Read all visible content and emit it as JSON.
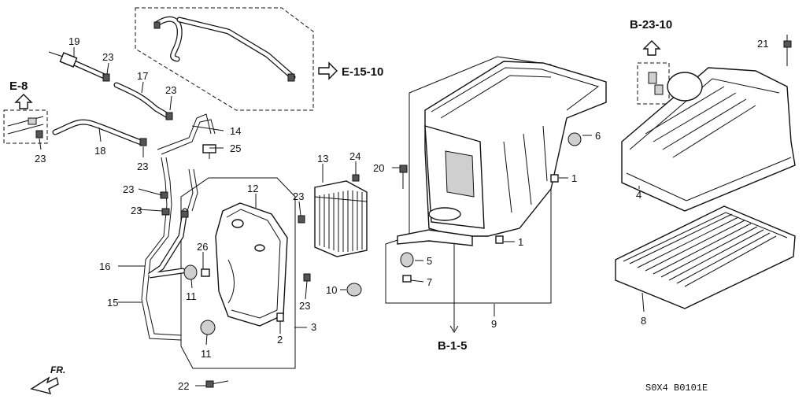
{
  "diagram": {
    "refs": {
      "e8": "E-8",
      "e1510": "E-15-10",
      "b2310": "B-23-10",
      "b15": "B-1-5"
    },
    "callouts": {
      "c19": "19",
      "c23a": "23",
      "c17": "17",
      "c23b": "23",
      "c23c": "23",
      "c18": "18",
      "c23d": "23",
      "c14": "14",
      "c25": "25",
      "c23e": "23",
      "c23f": "23",
      "c16": "16",
      "c15": "15",
      "c12": "12",
      "c13": "13",
      "c24": "24",
      "c23g": "23",
      "c26": "26",
      "c11a": "11",
      "c11b": "11",
      "c2": "2",
      "c3": "3",
      "c22": "22",
      "c23h": "23",
      "c10": "10",
      "c20": "20",
      "c6": "6",
      "c1a": "1",
      "c1b": "1",
      "c5": "5",
      "c7": "7",
      "c9": "9",
      "c21": "21",
      "c4": "4",
      "c8": "8"
    },
    "front_label": "FR.",
    "code": "S0X4  B0101E"
  }
}
